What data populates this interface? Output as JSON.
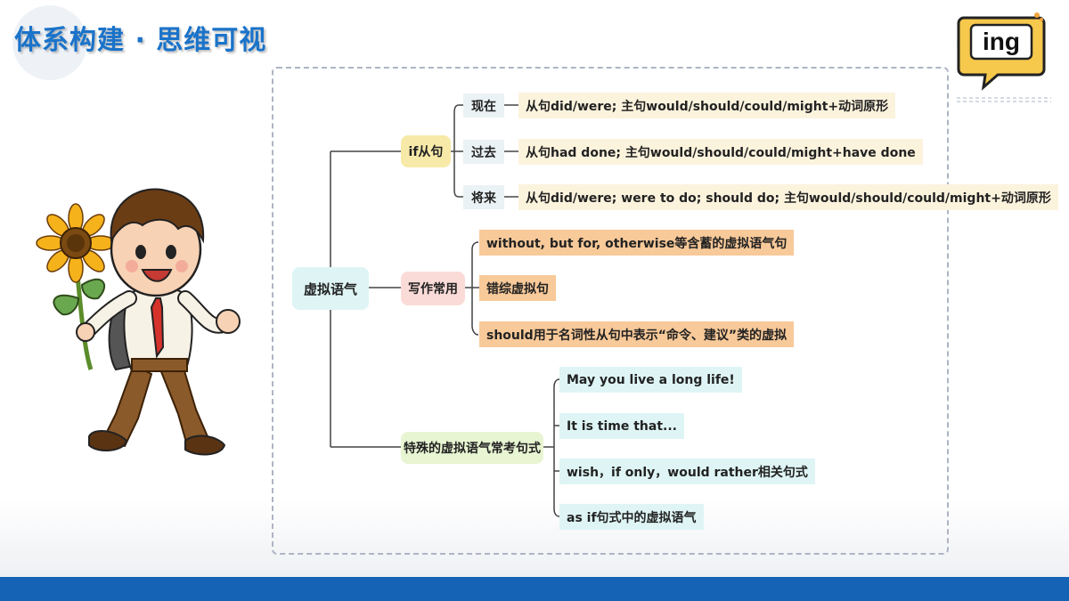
{
  "slide": {
    "title": "体系构建 · 思维可视"
  },
  "badge": {
    "text": "ing"
  },
  "mindmap": {
    "root": "虚拟语气",
    "if_clause": {
      "label": "if从句",
      "items": [
        {
          "tag": "现在",
          "text": "从句did/were; 主句would/should/could/might+动词原形"
        },
        {
          "tag": "过去",
          "text": "从句had done; 主句would/should/could/might+have done"
        },
        {
          "tag": "将来",
          "text": "从句did/were; were to do; should do; 主句would/should/could/might+动词原形"
        }
      ]
    },
    "writing": {
      "label": "写作常用",
      "items": [
        "without, but for, otherwise等含蓄的虚拟语气句",
        "错综虚拟句",
        "should用于名词性从句中表示“命令、建议”类的虚拟"
      ]
    },
    "special": {
      "label": "特殊的虚拟语气常考句式",
      "items": [
        "May you live a long life!",
        "It is time that...",
        "wish，if only，would rather相关句式",
        "as if句式中的虚拟语气"
      ]
    }
  },
  "colors": {
    "title": "#1a73c9",
    "footer": "#1463b5",
    "connector": "#444444",
    "badge_yellow": "#f6c94c"
  }
}
